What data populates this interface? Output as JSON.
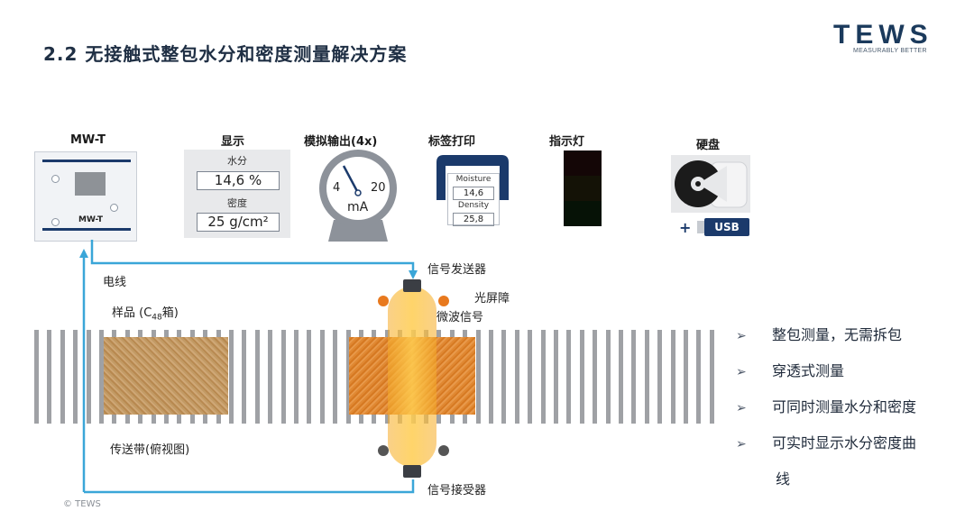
{
  "title": "2.2 无接触式整包水分和密度测量解决方案",
  "logo": {
    "brand": "TEWS",
    "tagline": "MEASURABLY BETTER"
  },
  "device": {
    "label": "MW-T",
    "panel_label": "MW-T"
  },
  "display": {
    "label": "显示",
    "moisture_caption": "水分",
    "moisture_value": "14,6 %",
    "density_caption": "密度",
    "density_value": "25 g/cm²"
  },
  "analog": {
    "label": "模拟输出(4x)",
    "min": "4",
    "max": "20",
    "unit": "mA"
  },
  "printer": {
    "label": "标签打印",
    "moisture_caption": "Moisture",
    "moisture_value": "14,6",
    "density_caption": "Density",
    "density_value": "25,8"
  },
  "indicator": {
    "label": "指示灯"
  },
  "disk": {
    "label": "硬盘",
    "plus": "+",
    "usb": "USB"
  },
  "diagram": {
    "wire": "电线",
    "sample": "样品 (C",
    "sample_sub": "48",
    "sample_end": "箱)",
    "transmitter": "信号发送器",
    "light_barrier": "光屏障",
    "microwave": "微波信号",
    "conveyor": "传送带(俯视图)",
    "receiver": "信号接受器"
  },
  "bullets": [
    "整包测量，无需拆包",
    "穿透式测量",
    "可同时测量水分和密度",
    "可实时显示水分密度曲",
    "线"
  ],
  "copyright": "© TEWS",
  "colors": {
    "wire": "#3aa6d8",
    "accent": "#1b3a5c",
    "orange": "#e8791e"
  }
}
